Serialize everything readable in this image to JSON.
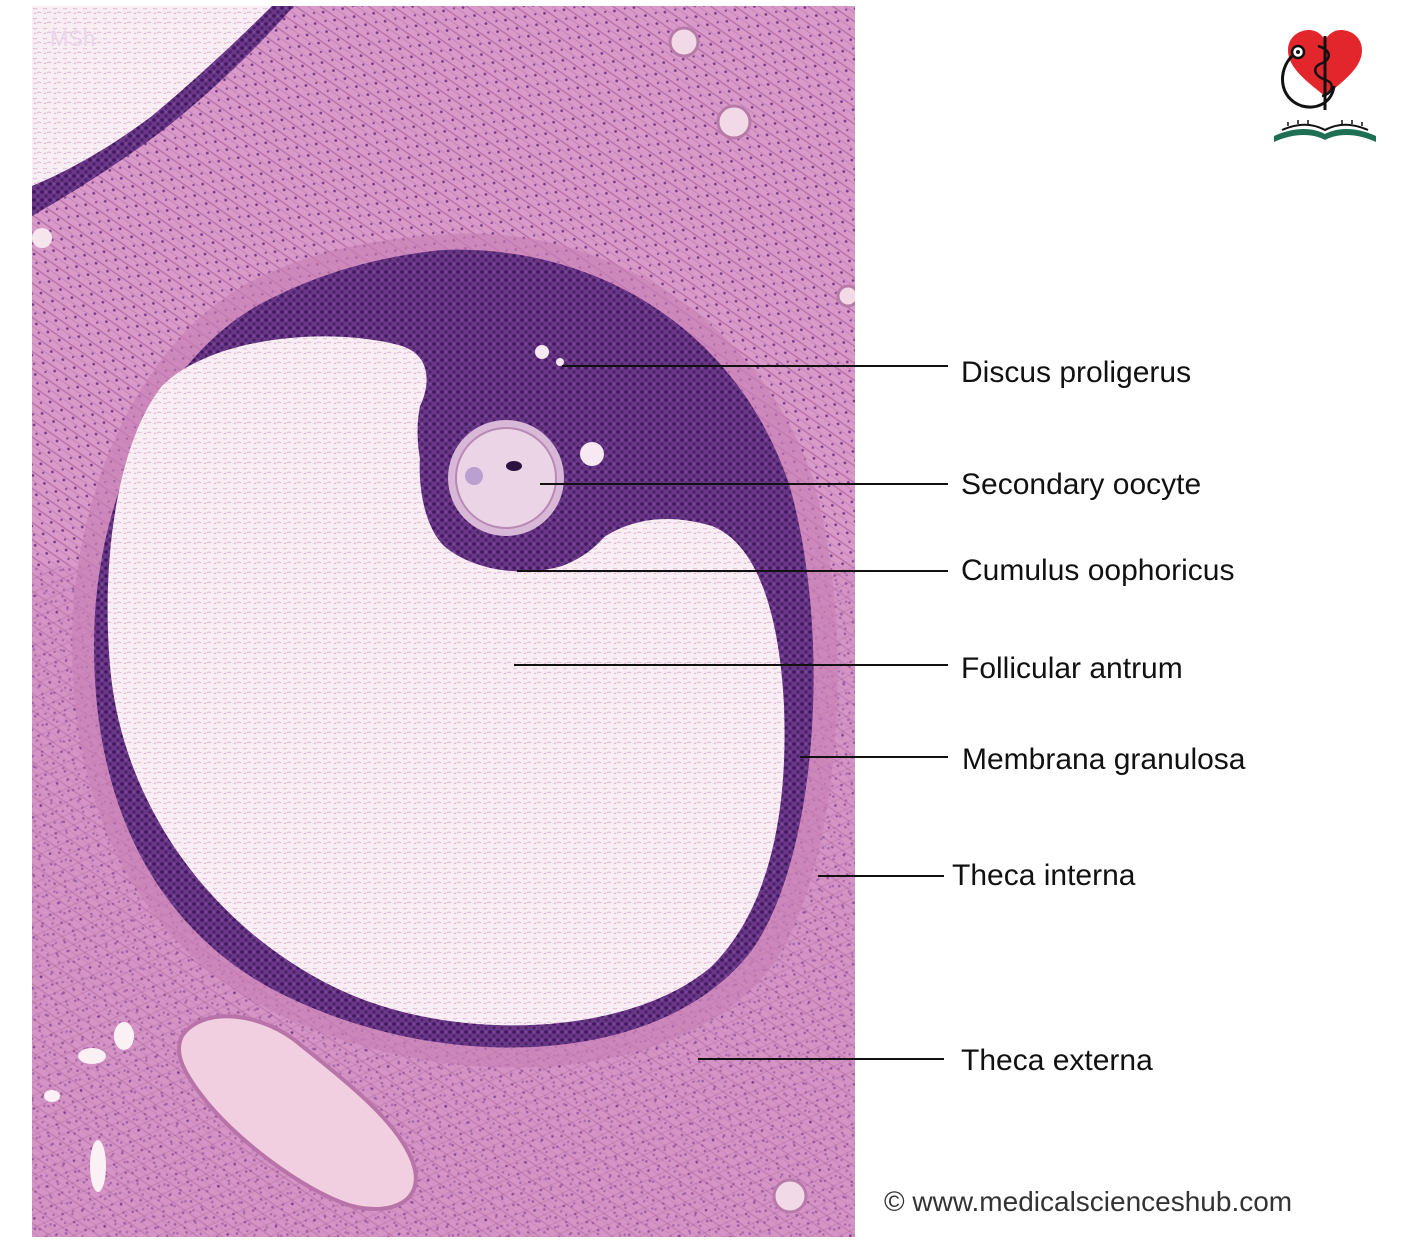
{
  "watermark": "MSh",
  "labels": {
    "discus_proligerus": "Discus proligerus",
    "secondary_oocyte": "Secondary oocyte",
    "cumulus_oophoricus": "Cumulus oophoricus",
    "follicular_antrum": "Follicular antrum",
    "membrana_granulosa": "Membrana granulosa",
    "theca_interna": "Theca interna",
    "theca_externa": "Theca externa"
  },
  "credit": "© www.medicalscienceshub.com",
  "logo": {
    "icon": "heart-caduceus-book-logo",
    "colors": {
      "heart": "#e3262b",
      "outline": "#111111"
    }
  },
  "stain_colors": {
    "stroma": "#d99ac9",
    "granulosa": "#5a2a78",
    "antrum": "#f6e9f1",
    "vessel": "#f2cfe0"
  }
}
